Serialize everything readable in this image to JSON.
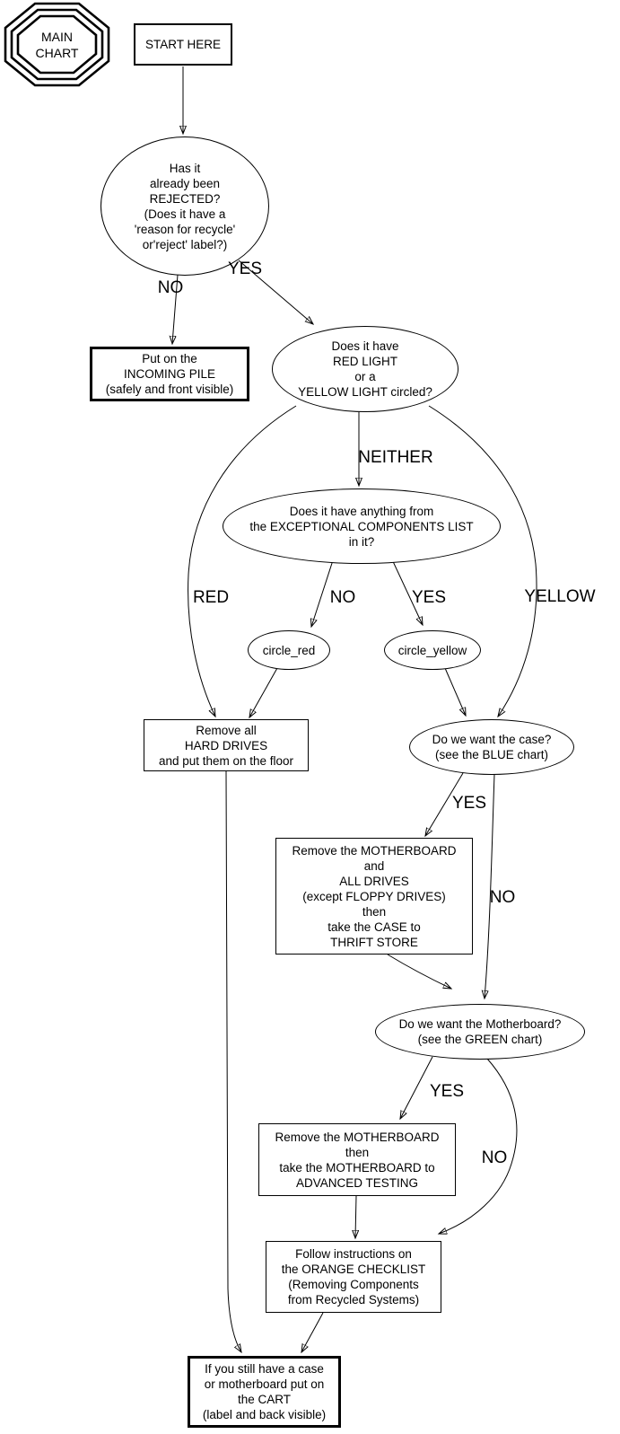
{
  "chart": {
    "octagon_label": "MAIN\nCHART",
    "nodes": {
      "start": "START HERE",
      "rejected": "Has it\nalready been\nREJECTED?\n(Does it have a\n'reason for recycle'\nor'reject' label?)",
      "incoming": "Put on the\nINCOMING PILE\n(safely and front visible)",
      "redlight": "Does it have\nRED LIGHT\nor a\nYELLOW LIGHT circled?",
      "exceptional": "Does it have anything from\nthe EXCEPTIONAL COMPONENTS LIST\nin it?",
      "circle_red": "circle_red",
      "circle_yellow": "circle_yellow",
      "hard_drives": "Remove all\nHARD DRIVES\nand put them on the floor",
      "case_q": "Do we want the case?\n(see the BLUE chart)",
      "thrift": "Remove the MOTHERBOARD\nand\nALL DRIVES\n(except FLOPPY DRIVES)\nthen\ntake the CASE to\nTHRIFT STORE",
      "motherboard_q": "Do we want the Motherboard?\n(see the GREEN chart)",
      "adv_testing": "Remove the MOTHERBOARD\nthen\ntake the MOTHERBOARD to\nADVANCED TESTING",
      "orange": "Follow instructions on\nthe ORANGE CHECKLIST\n(Removing Components\nfrom Recycled Systems)",
      "cart": "If you still have a case\nor motherboard put on\nthe CART\n(label and back visible)"
    },
    "edge_labels": {
      "no1": "NO",
      "yes1": "YES",
      "neither": "NEITHER",
      "red": "RED",
      "no2": "NO",
      "yes2": "YES",
      "yellow": "YELLOW",
      "yes3": "YES",
      "no3": "NO",
      "yes4": "YES",
      "no4": "NO"
    },
    "colors": {
      "stroke": "#000000",
      "background": "#ffffff"
    }
  }
}
